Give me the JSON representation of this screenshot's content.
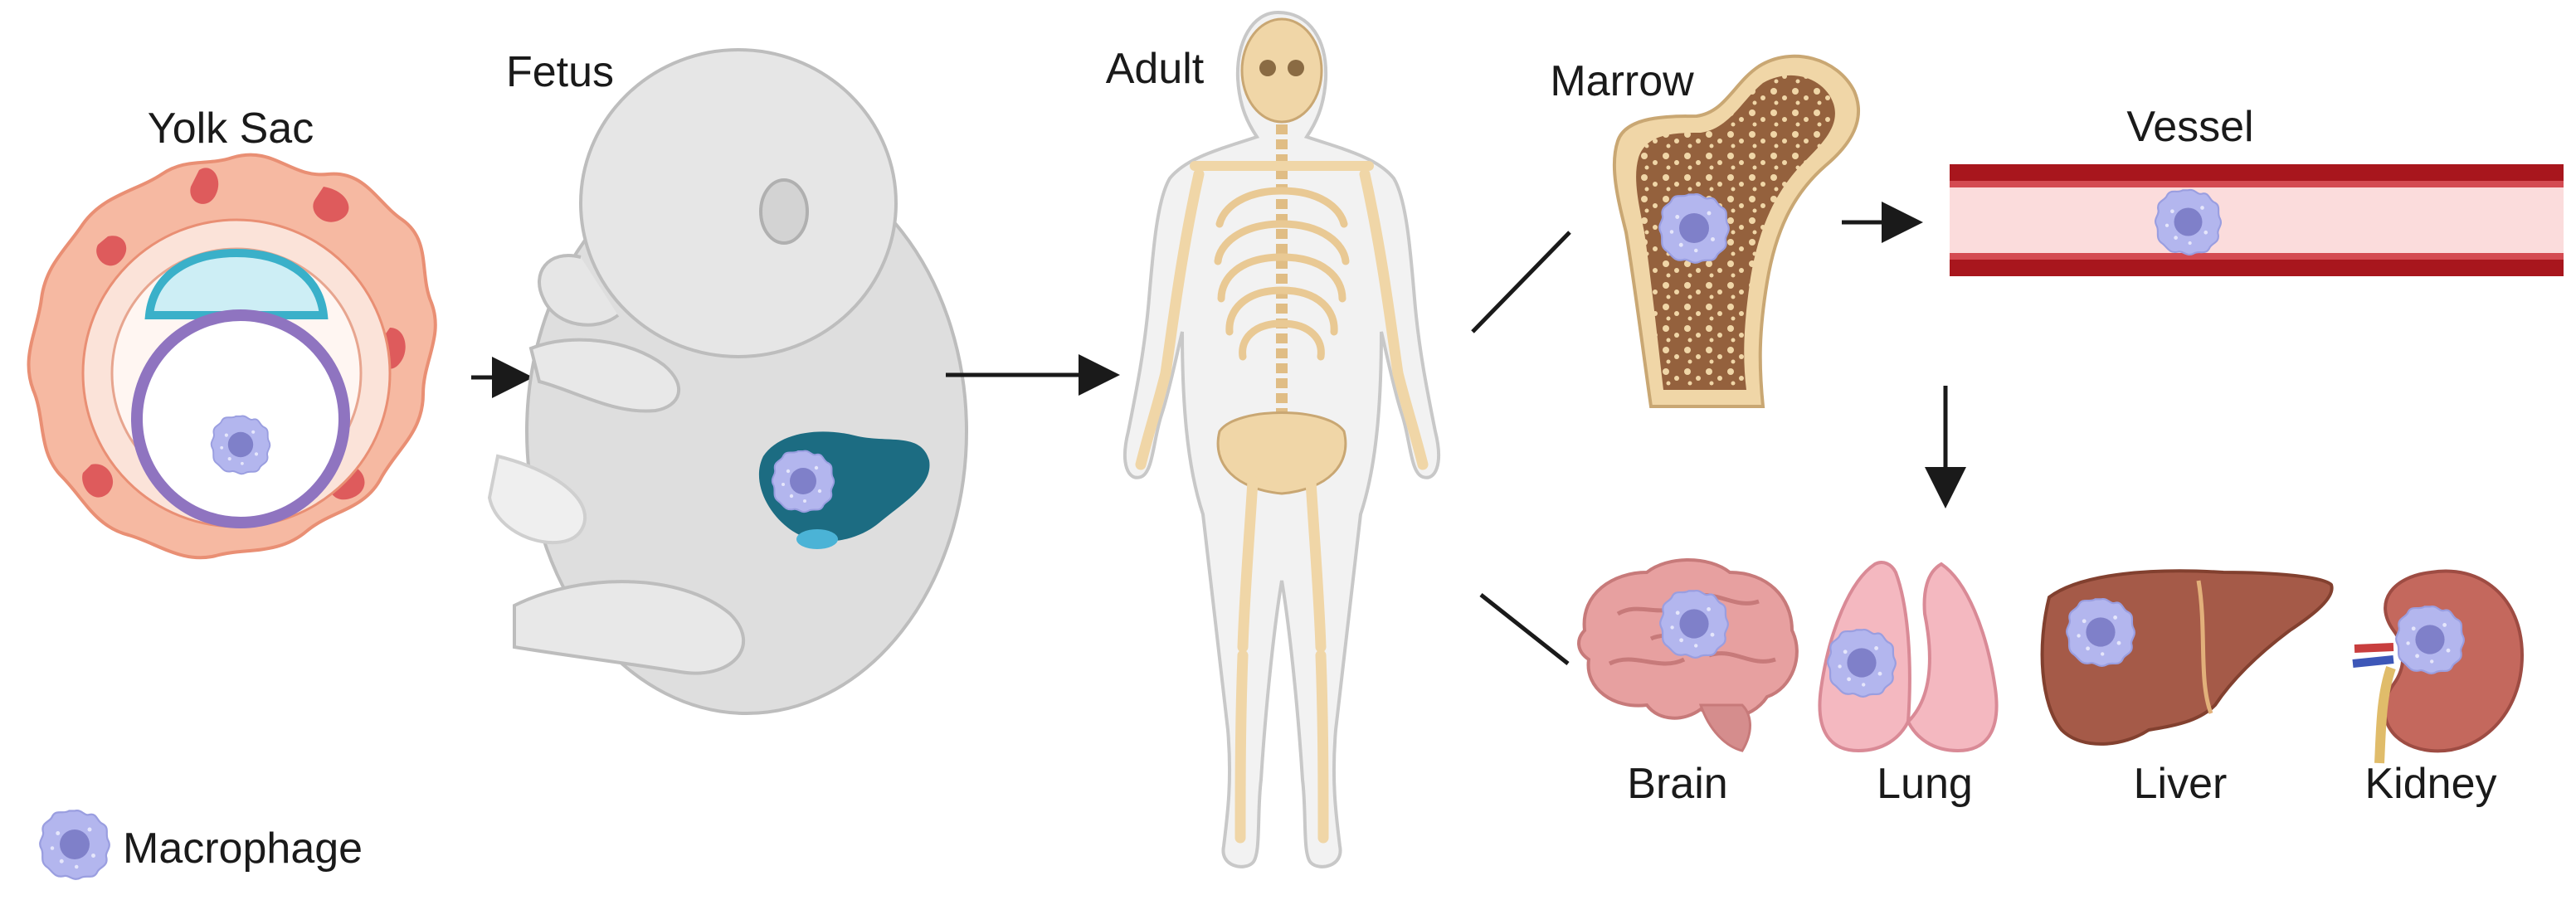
{
  "stages": {
    "yolk_sac": "Yolk Sac",
    "fetus": "Fetus",
    "adult": "Adult",
    "marrow": "Marrow",
    "vessel": "Vessel"
  },
  "organs": {
    "brain": "Brain",
    "lung": "Lung",
    "liver": "Liver",
    "kidney": "Kidney"
  },
  "legend": {
    "macrophage": "Macrophage"
  },
  "colors": {
    "macrophage_body": "#b3b6ee",
    "macrophage_core": "#7f80c9",
    "yolk_outer": "#f6b9a2",
    "yolk_red": "#de5b5c",
    "amnion": "#3ab0c9",
    "yolk_ring": "#8f74c0",
    "fetus_skin": "#dedede",
    "fetal_liver": "#1c6c82",
    "bone": "#f0d6a7",
    "marrow": "#94613d",
    "vessel_wall": "#a8161d",
    "vessel_lumen": "#fbdcdc",
    "brain": "#e7a0a0",
    "lung": "#f4b8c0",
    "liver": "#a55a48",
    "kidney": "#c4685d"
  }
}
